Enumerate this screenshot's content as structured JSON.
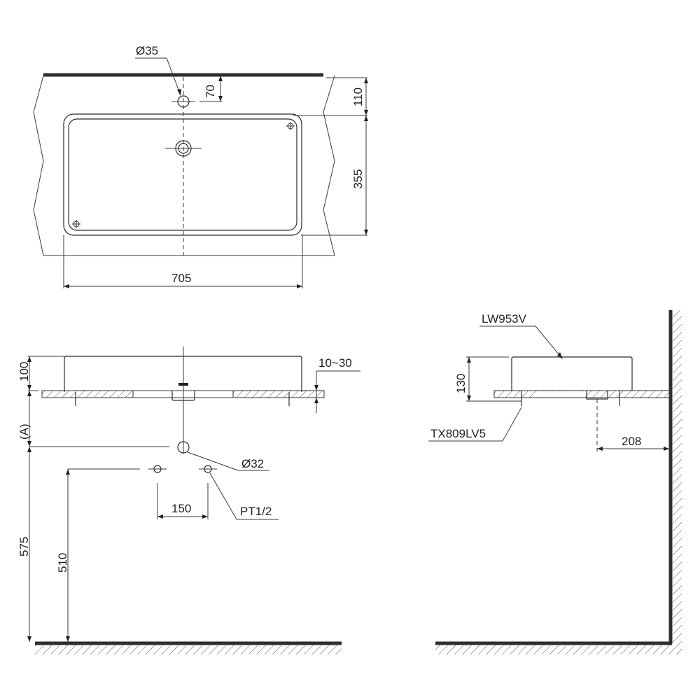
{
  "drawing": {
    "product_model": "LW953V",
    "fitting_model": "TX809LV5",
    "top_view": {
      "tap_hole_diameter": "Ø35",
      "tap_hole_offset": "70",
      "rim_to_basin_offset": "110",
      "basin_depth": "355",
      "basin_width": "705"
    },
    "front_view": {
      "basin_height": "100",
      "counter_thickness": "10~30",
      "drain_height_label": "(A)",
      "drain_diameter": "Ø32",
      "supply_spacing": "150",
      "supply_thread": "PT1/2",
      "drain_to_floor": "575",
      "supply_to_floor": "510"
    },
    "side_view": {
      "basin_height": "130",
      "drain_to_wall": "208"
    }
  }
}
